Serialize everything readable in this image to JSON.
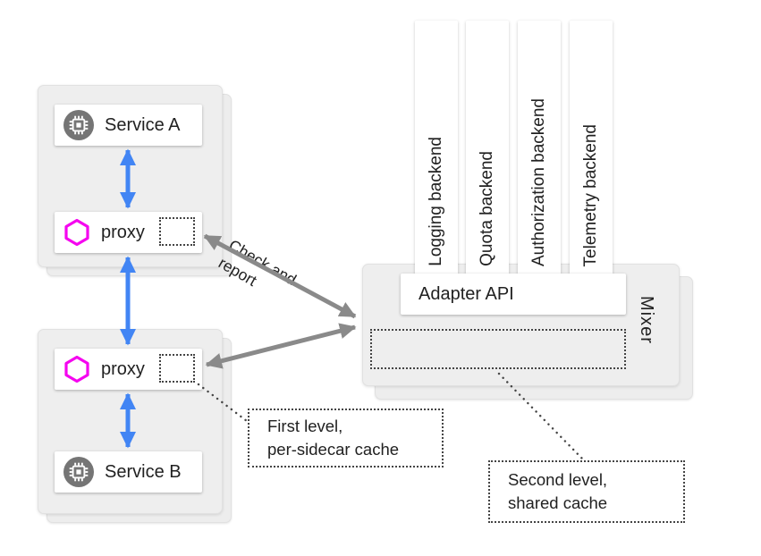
{
  "palette": {
    "card_bg": "#eeeeee",
    "box_bg": "#ffffff",
    "blue_arrow": "#4285f4",
    "gray_arrow": "#8a8a8a",
    "proxy_magenta": "#f505ef",
    "service_icon_gray": "#757575",
    "text": "#212121"
  },
  "pods": [
    {
      "service_label": "Service A",
      "proxy_label": "proxy"
    },
    {
      "service_label": "Service B",
      "proxy_label": "proxy"
    }
  ],
  "mixer": {
    "label": "Mixer",
    "adapter_api_label": "Adapter API"
  },
  "backends": [
    {
      "label": "Logging backend"
    },
    {
      "label": "Quota backend"
    },
    {
      "label": "Authorization backend"
    },
    {
      "label": "Telemetry backend"
    }
  ],
  "annotations": {
    "check_report_line1": "Check and",
    "check_report_line2": "report",
    "first_level_line1": "First level,",
    "first_level_line2": "per-sidecar cache",
    "second_level_line1": "Second level,",
    "second_level_line2": "shared cache"
  },
  "icons": {
    "service_icon": "cpu-chip-icon",
    "proxy_icon": "magenta-hexagon-icon"
  }
}
